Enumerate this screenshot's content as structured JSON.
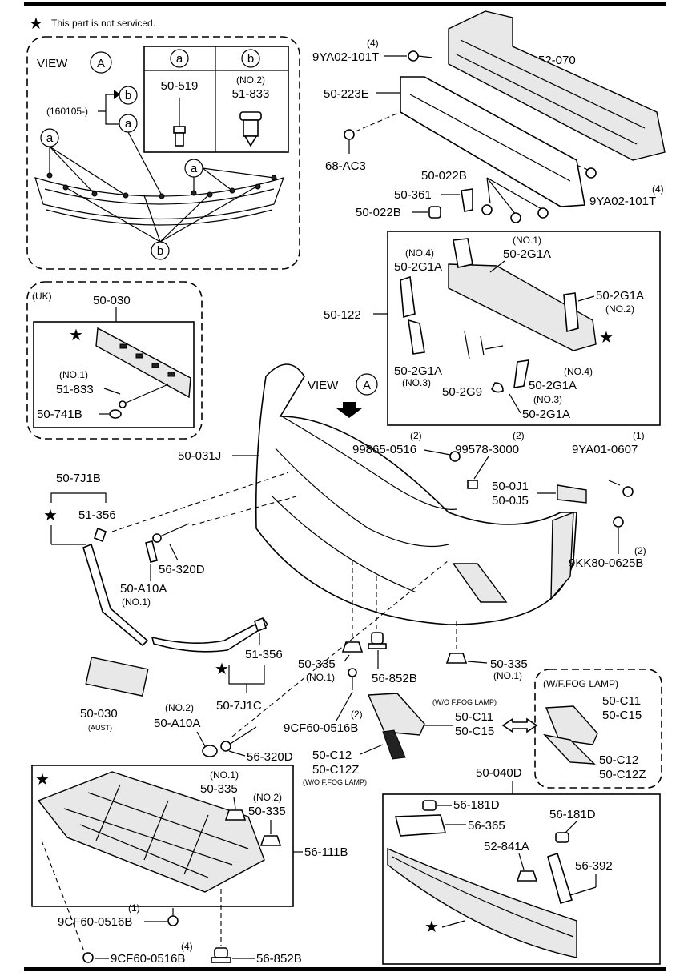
{
  "legend": {
    "star_text": "This part is not serviced."
  },
  "view_a": {
    "view_text": "VIEW",
    "view_letter": "A",
    "col_a_letter": "a",
    "col_b_letter": "b",
    "col_a_part": "50-519",
    "col_b_note": "(NO.2)",
    "col_b_part": "51-833",
    "date_note": "(160105-)",
    "marker_a": "a",
    "marker_b": "b"
  },
  "uk": {
    "region": "(UK)",
    "plate": "50-030",
    "no1": "(NO.1)",
    "screw": "51-833",
    "cap": "50-741B"
  },
  "labels": {
    "n4_top": "(4)",
    "bolt_top": "9YA02-101T",
    "reinforce": "52-070",
    "absorber": "50-223E",
    "bolt_68": "68-AC3",
    "clip_022b_right": "50-022B",
    "n4_right": "(4)",
    "bolt_right": "9YA02-101T",
    "bracket_361": "50-361",
    "clip_022b_left": "50-022B",
    "no1_2g1a": "(NO.1)",
    "p_2g1a_no1": "50-2G1A",
    "no4_left": "(NO.4)",
    "p_2g1a_no4": "50-2G1A",
    "p_122": "50-122",
    "p_2g1a_no2": "50-2G1A",
    "no2_right": "(NO.2)",
    "p_2g1a_no3": "50-2G1A",
    "no3_left": "(NO.3)",
    "p_2g9": "50-2G9",
    "no4_bottom": "(NO.4)",
    "p_2g1a_no4b": "50-2G1A",
    "no3_bottom": "(NO.3)",
    "p_2g1a_no3b": "50-2G1A",
    "view_text2": "VIEW",
    "view_letter2": "A",
    "n2_a": "(2)",
    "bolt_99865": "99865-0516",
    "n2_b": "(2)",
    "nut_99578": "99578-3000",
    "n1_c": "(1)",
    "bolt_9ya01": "9YA01-0607",
    "bumper": "50-031J",
    "p_0j1": "50-0J1",
    "p_0j5": "50-0J5",
    "n2_d": "(2)",
    "bolt_9kk80": "9KK80-0625B",
    "grp_7j1b": "50-7J1B",
    "p_356_top": "51-356",
    "p_320d_top": "56-320D",
    "p_a10a_no1": "50-A10A",
    "no1_a10a": "(NO.1)",
    "p_356_mid": "51-356",
    "p_335_no1_left": "50-335",
    "no1_335_left": "(NO.1)",
    "p_852b_mid": "56-852B",
    "p_335_no1_right": "50-335",
    "no1_335_right": "(NO.1)",
    "grp_7j1c": "50-7J1C",
    "plate_aust": "50-030",
    "aust_note": "(AUST)",
    "no2_a10a": "(NO.2)",
    "p_a10a_no2": "50-A10A",
    "p_320d_bot": "56-320D",
    "bolt_9cf60_mid": "9CF60-0516B",
    "n2_e": "(2)",
    "fog_note": "(W/O F.FOG LAMP)",
    "p_c11": "50-C11",
    "p_c15": "50-C15",
    "p_c12": "50-C12",
    "p_c12z": "50-C12Z",
    "fog_note2": "(W/O F.FOG LAMP)",
    "fog_box_title": "(W/F.FOG LAMP)",
    "p_c11_b": "50-C11",
    "p_c15_b": "50-C15",
    "p_c12_b": "50-C12",
    "p_c12z_b": "50-C12Z",
    "p_040d": "50-040D",
    "no1_335_under": "(NO.1)",
    "p_335_under1": "50-335",
    "no2_335_under": "(NO.2)",
    "p_335_under2": "50-335",
    "p_111b": "56-111B",
    "n1_f": "(1)",
    "bolt_9cf60_a": "9CF60-0516B",
    "n4_g": "(4)",
    "bolt_9cf60_b": "9CF60-0516B",
    "p_852b_bot": "56-852B",
    "p_181d_a": "56-181D",
    "p_365": "56-365",
    "p_181d_b": "56-181D",
    "p_841a": "52-841A",
    "p_392": "56-392"
  }
}
